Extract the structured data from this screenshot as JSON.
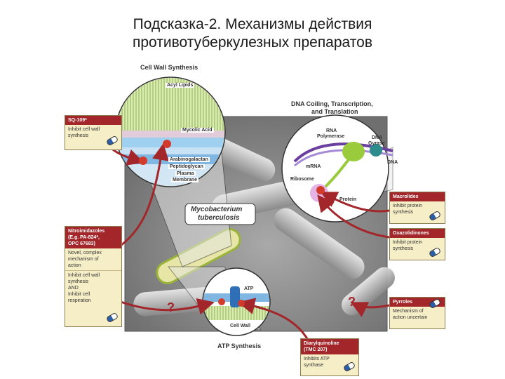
{
  "title_line1": "Подсказка-2. Механизмы действия",
  "title_line2": "противотуберкулезных препаратов",
  "labels": {
    "cell_wall_synthesis": "Cell Wall Synthesis",
    "dna_header_1": "DNA Coiling, Transcription,",
    "dna_header_2": "and Translation",
    "atp_synthesis": "ATP Synthesis",
    "mycobacterium_1": "Mycobacterium",
    "mycobacterium_2": "tuberculosis"
  },
  "cell_wall_layers": {
    "acyl_lipids": "Acyl Lipids",
    "mycolic_acid": "Mycolic Acid",
    "arabinogalactan": "Arabinogalactan",
    "peptidoglycan": "Peptidoglycan",
    "plasma_membrane_1": "Plasma",
    "plasma_membrane_2": "Membrane"
  },
  "dna_parts": {
    "rna_polymerase_1": "RNA",
    "rna_polymerase_2": "Polymerase",
    "dna_gyrase_1": "DNA",
    "dna_gyrase_2": "Gyrase",
    "dna": "DNA",
    "mrna": "mRNA",
    "ribosome": "Ribosome",
    "protein": "Protein"
  },
  "atp_parts": {
    "atp": "ATP",
    "cell_wall": "Cell Wall"
  },
  "question_mark": "?",
  "drugs": {
    "sq109": {
      "name": "SQ-109*",
      "desc_1": "Inhibit cell wall",
      "desc_2": "synthesis"
    },
    "nitroimidazoles": {
      "name_1": "Nitroimidazoles",
      "name_2": "(E.g. PA-824*,",
      "name_3": "OPC 67683)",
      "m1_1": "Novel, complex",
      "m1_2": "mechanism of",
      "m1_3": "action",
      "m2_1": "Inhibit cell wall",
      "m2_2": "synthesis",
      "and": "AND",
      "m3_1": "Inhibit cell",
      "m3_2": "respiration"
    },
    "macrolides": {
      "name": "Macrolides",
      "desc_1": "Inhibit protein",
      "desc_2": "synthesis"
    },
    "oxazolidinones": {
      "name": "Oxazolidinones",
      "desc_1": "Inhibit protein",
      "desc_2": "synthesis"
    },
    "pyrroles": {
      "name": "Pyrroles",
      "desc_1": "Mechanism of",
      "desc_2": "action uncertain"
    },
    "diarylquinoline": {
      "name_1": "Diarylquinoline",
      "name_2": "(TMC 207)",
      "desc_1": "Inhibits ATP",
      "desc_2": "synthase"
    }
  },
  "colors": {
    "drug_header": "#a3262a",
    "drug_body": "#f6eec6",
    "arrow": "#a3262a",
    "background_panel": "#8f8f8f",
    "cell_wall_green": "#cfe3a0",
    "membrane_blue": "#7fb6e2"
  }
}
